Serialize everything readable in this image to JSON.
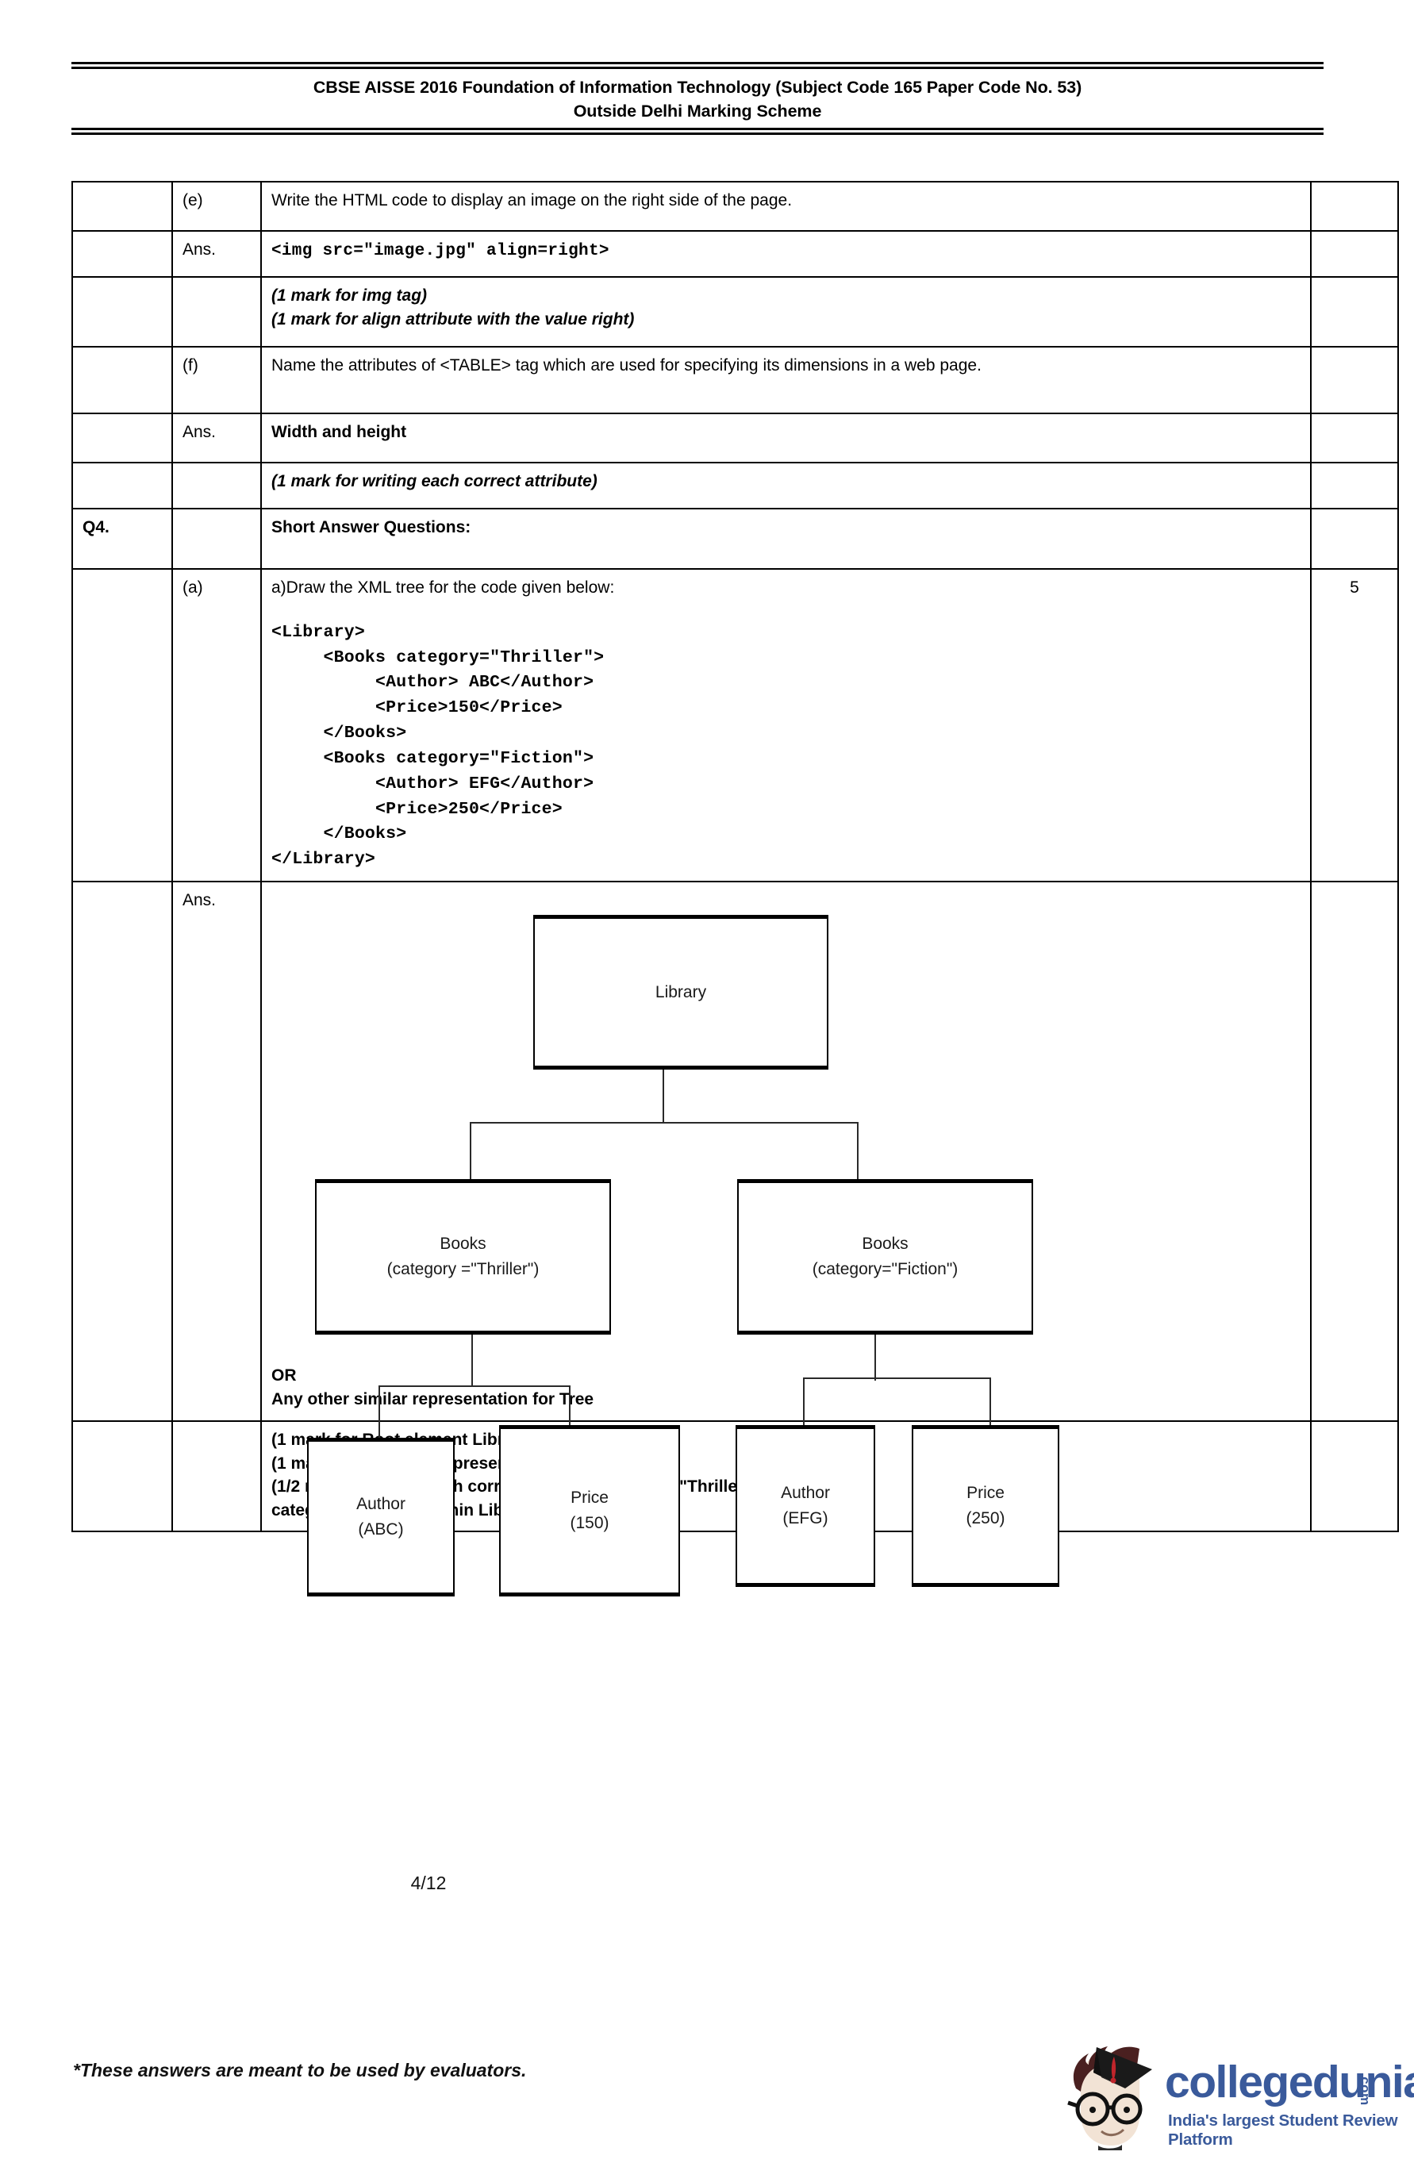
{
  "header": {
    "line1": "CBSE AISSE 2016 Foundation of Information Technology (Subject Code 165 Paper Code No. 53)",
    "line2": "Outside Delhi Marking Scheme"
  },
  "table": {
    "rows": [
      {
        "qno": "",
        "part": "(e)",
        "body": "Write the HTML code to display an image on the right side of the page.",
        "marks": ""
      },
      {
        "qno": "",
        "part": "Ans.",
        "body": "<img src=\"image.jpg\" align=right>",
        "marks": ""
      },
      {
        "qno": "",
        "part": "",
        "body_line1": "(1 mark for img tag)",
        "body_line2": "(1 mark for align attribute with the value right)",
        "marks": ""
      },
      {
        "qno": "",
        "part": "(f)",
        "body": "Name the attributes of <TABLE> tag which are used for specifying its dimensions in a web page.",
        "marks": ""
      },
      {
        "qno": "",
        "part": "Ans.",
        "body": "Width and height",
        "marks": ""
      },
      {
        "qno": "",
        "part": "",
        "body": "(1 mark for writing each correct attribute)",
        "marks": ""
      },
      {
        "qno": "Q4.",
        "part": "",
        "body": "Short Answer Questions:",
        "marks": ""
      },
      {
        "qno": "",
        "part": "(a)",
        "body_intro": "a)Draw the XML tree for the code given below:",
        "body_code": "<Library>\n     <Books category=\"Thriller\">\n          <Author> ABC</Author>\n          <Price>150</Price>\n     </Books>\n     <Books category=\"Fiction\">\n          <Author> EFG</Author>\n          <Price>250</Price>\n     </Books>\n</Library>",
        "marks": "5"
      },
      {
        "qno": "",
        "part": "Ans.",
        "or_label": "OR",
        "or_text": "Any other similar representation for Tree",
        "marks": ""
      },
      {
        "qno": "",
        "part": "",
        "mk_line1": "(1 mark for Root element Library)",
        "mk_line2": "(1 mark for correctly representing Table element)",
        "mk_line3": "(1/2 mark for using each correct attribute category=\"Thriller\" and",
        "mk_line4": "category=\"Fiction\" within Library element)",
        "marks": ""
      }
    ]
  },
  "tree": {
    "root": {
      "label": "Library"
    },
    "books_left": {
      "label": "Books",
      "attr": "(category =\"Thriller\")"
    },
    "books_right": {
      "label": "Books",
      "attr": "(category=\"Fiction\")"
    },
    "author_left": {
      "label": "Author",
      "value": "(ABC)"
    },
    "price_left": {
      "label": "Price",
      "value": "(150)"
    },
    "author_right": {
      "label": "Author",
      "value": "(EFG)"
    },
    "price_right": {
      "label": "Price",
      "value": "(250)"
    }
  },
  "footer": {
    "page_number": "4/12",
    "evaluator_note": "*These answers are meant to be used by evaluators."
  },
  "logo": {
    "name": "collegedunia",
    "tld": ".com",
    "tagline": "India's largest Student Review Platform",
    "brand_color": "#3a5a9b"
  }
}
